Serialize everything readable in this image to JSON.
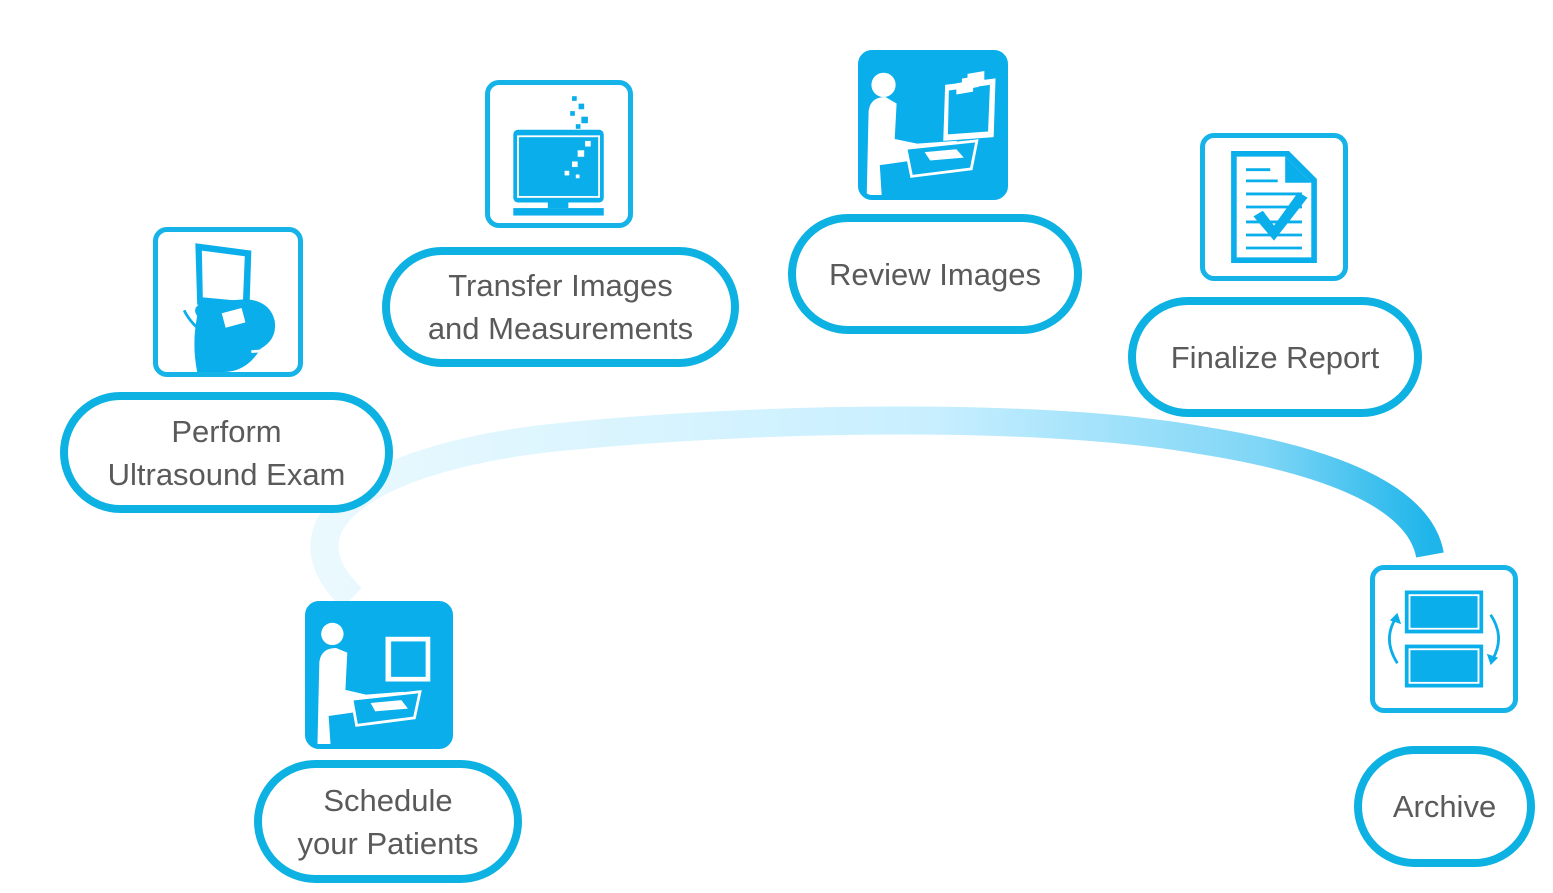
{
  "colors": {
    "accent": "#0db2e2",
    "icon_fill": "#09aeea",
    "text": "#5a5a5a"
  },
  "steps": [
    {
      "label": "Schedule\nyour Patients",
      "icon": "clinician-at-workstation-icon"
    },
    {
      "label": "Perform\nUltrasound Exam",
      "icon": "ultrasound-machine-icon"
    },
    {
      "label": "Transfer Images\nand Measurements",
      "icon": "data-transfer-monitor-icon"
    },
    {
      "label": "Review Images",
      "icon": "image-review-workstation-icon"
    },
    {
      "label": "Finalize Report",
      "icon": "report-checkmark-icon"
    },
    {
      "label": "Archive",
      "icon": "archive-storage-icon"
    }
  ]
}
